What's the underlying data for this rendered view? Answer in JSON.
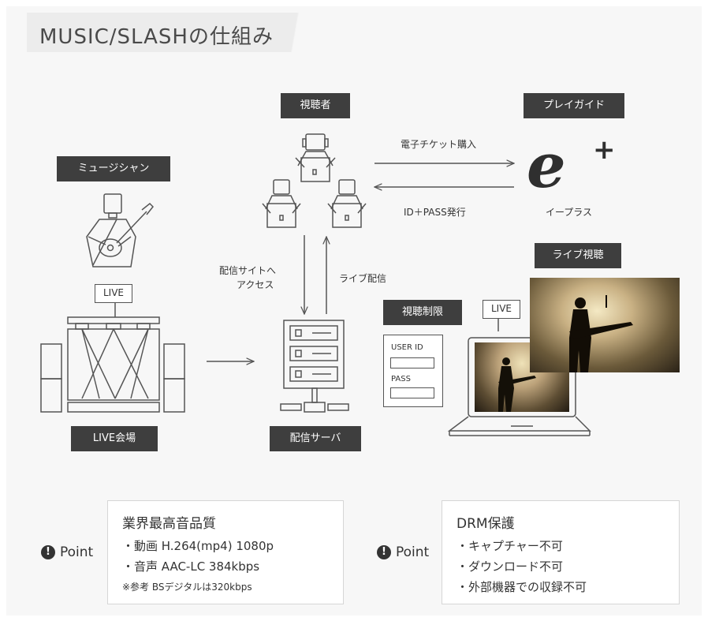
{
  "title": "MUSIC/SLASHの仕組み",
  "tags": {
    "viewer": "視聴者",
    "playguide": "プレイガイド",
    "musician": "ミュージシャン",
    "live_watch": "ライブ視聴",
    "restriction": "視聴制限",
    "venue": "LIVE会場",
    "server": "配信サーバ"
  },
  "labels": {
    "ticket_purchase": "電子チケット購入",
    "id_pass_issue": "ID＋PASS発行",
    "eplus_name": "イープラス",
    "access_line1": "配信サイトへ",
    "access_line2": "アクセス",
    "live_delivery": "ライブ配信",
    "live_badge_venue": "LIVE",
    "live_badge_laptop": "LIVE",
    "user_id": "USER ID",
    "pass": "PASS"
  },
  "logo": {
    "letter": "e",
    "plus": "+"
  },
  "points": [
    {
      "label": "Point",
      "heading": "業界最高音品質",
      "lines": [
        "・動画 H.264(mp4) 1080p",
        "・音声 AAC-LC 384kbps"
      ],
      "note": "※参考 BSデジタルは320kbps"
    },
    {
      "label": "Point",
      "heading": "DRM保護",
      "lines": [
        "・キャプチャー不可",
        "・ダウンロード不可",
        "・外部機器での収録不可"
      ]
    }
  ],
  "colors": {
    "dark_tag": "#3e3e3e",
    "background": "#f7f7f7",
    "line": "#555555"
  }
}
